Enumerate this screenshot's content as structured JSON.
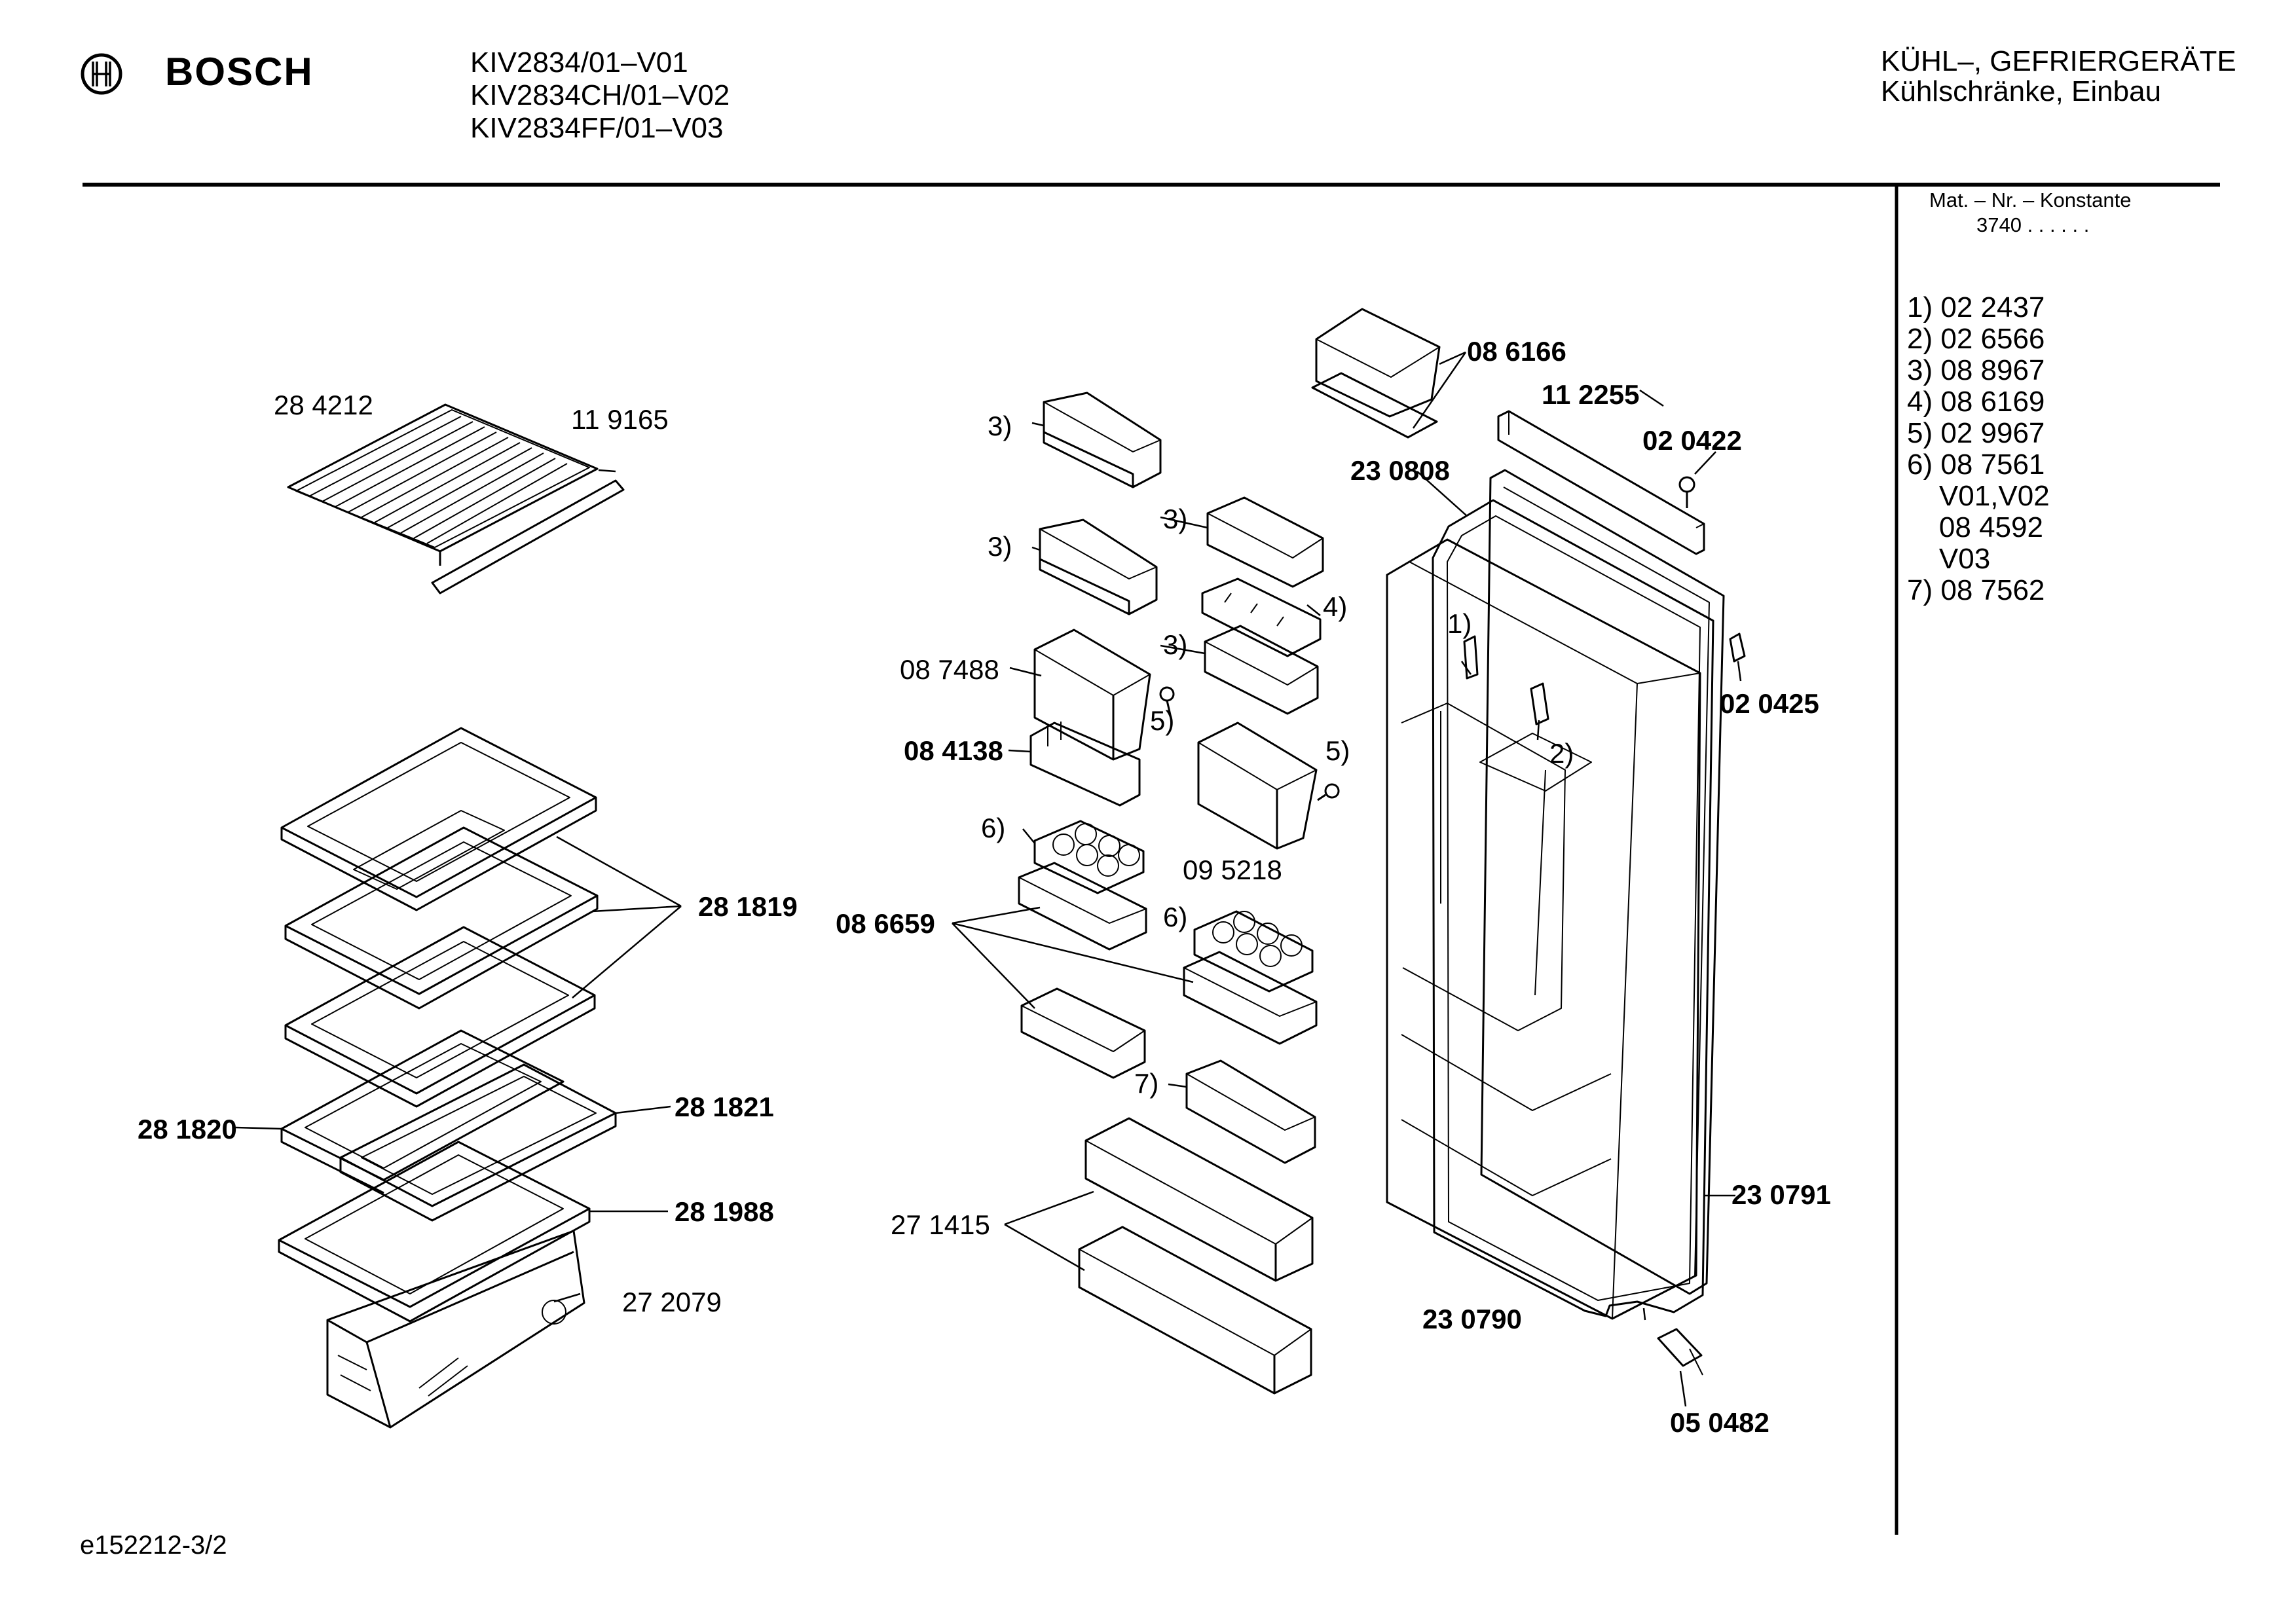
{
  "header": {
    "brand": "BOSCH",
    "models": [
      "KIV2834/01–V01",
      "KIV2834CH/01–V02",
      "KIV2834FF/01–V03"
    ],
    "category": "KÜHL–, GEFRIERGERÄTE",
    "subcategory": "Kühlschränke, Einbau"
  },
  "sidebar": {
    "constant_label": "Mat. – Nr. – Konstante",
    "constant_value": "3740 .  .  .  .  .  .",
    "footnotes": [
      "1) 02 2437",
      "2) 02 6566",
      "3) 08 8967",
      "4) 08 6169",
      "5) 02 9967",
      "6) 08 7561",
      "    V01,V02",
      "    08 4592",
      "    V03",
      "7) 08 7562"
    ]
  },
  "labels": {
    "p284212": "28 4212",
    "p119165": "11 9165",
    "p281819": "28 1819",
    "p281820": "28 1820",
    "p281821": "28 1821",
    "p281988": "28 1988",
    "p272079": "27 2079",
    "n3a": "3)",
    "n3b": "3)",
    "n3c": "3)",
    "n3d": "3)",
    "n4": "4)",
    "n5a": "5)",
    "n5b": "5)",
    "n6a": "6)",
    "n6b": "6)",
    "n7": "7)",
    "n1": "1)",
    "n2": "2)",
    "p087488": "08 7488",
    "p084138": "08 4138",
    "p086659": "08 6659",
    "p095218": "09 5218",
    "p271415": "27 1415",
    "p086166": "08 6166",
    "p112255": "11 2255",
    "p020422": "02 0422",
    "p230808": "23 0808",
    "p020425": "02 0425",
    "p230791": "23 0791",
    "p230790": "23 0790",
    "p050482": "05 0482"
  },
  "footer": {
    "doc_id": "e152212-3/2"
  }
}
